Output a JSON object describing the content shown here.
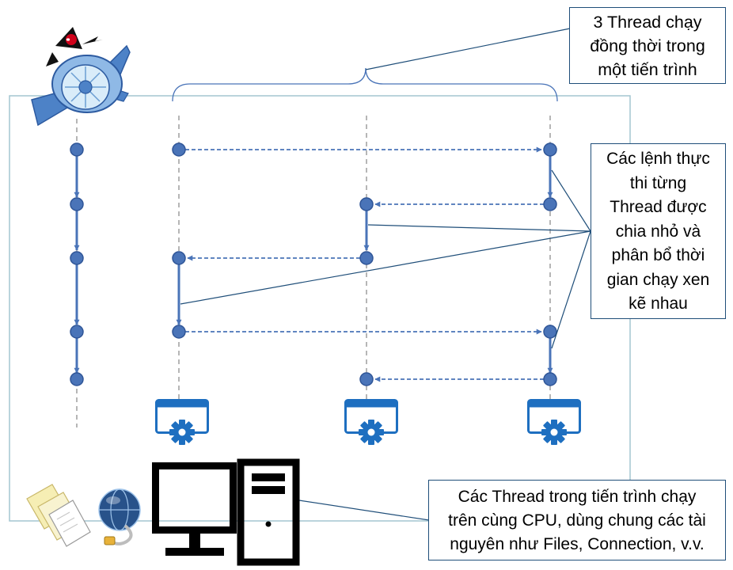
{
  "callouts": {
    "threads": [
      "3 Thread chạy",
      "đồng thời trong",
      "một tiến trình"
    ],
    "instructions": [
      "Các lệnh thực",
      "thi từng",
      "Thread được",
      "chia nhỏ và",
      "phân bổ thời",
      "gian chạy xen",
      "kẽ nhau"
    ],
    "resources": [
      "Các Thread trong tiến trình chạy",
      "trên cùng CPU, dùng chung các tài",
      "nguyên như Files, Connection, v.v."
    ]
  },
  "icons": {
    "process": "duke-engine-icon",
    "thread": "window-gear-icon",
    "files": "documents-icon",
    "network": "network-globe-icon",
    "monitor": "monitor-icon",
    "tower": "computer-tower-icon"
  },
  "colors": {
    "frame": "#a3c6d1",
    "line": "#4a74b8",
    "node_fill": "#4a74b8",
    "node_stroke": "#2f5597",
    "lifeline": "#8f8f8f",
    "thread_icon": "#1e6fc0",
    "callout_border": "#1f4e79",
    "leader": "#1f4e79"
  }
}
